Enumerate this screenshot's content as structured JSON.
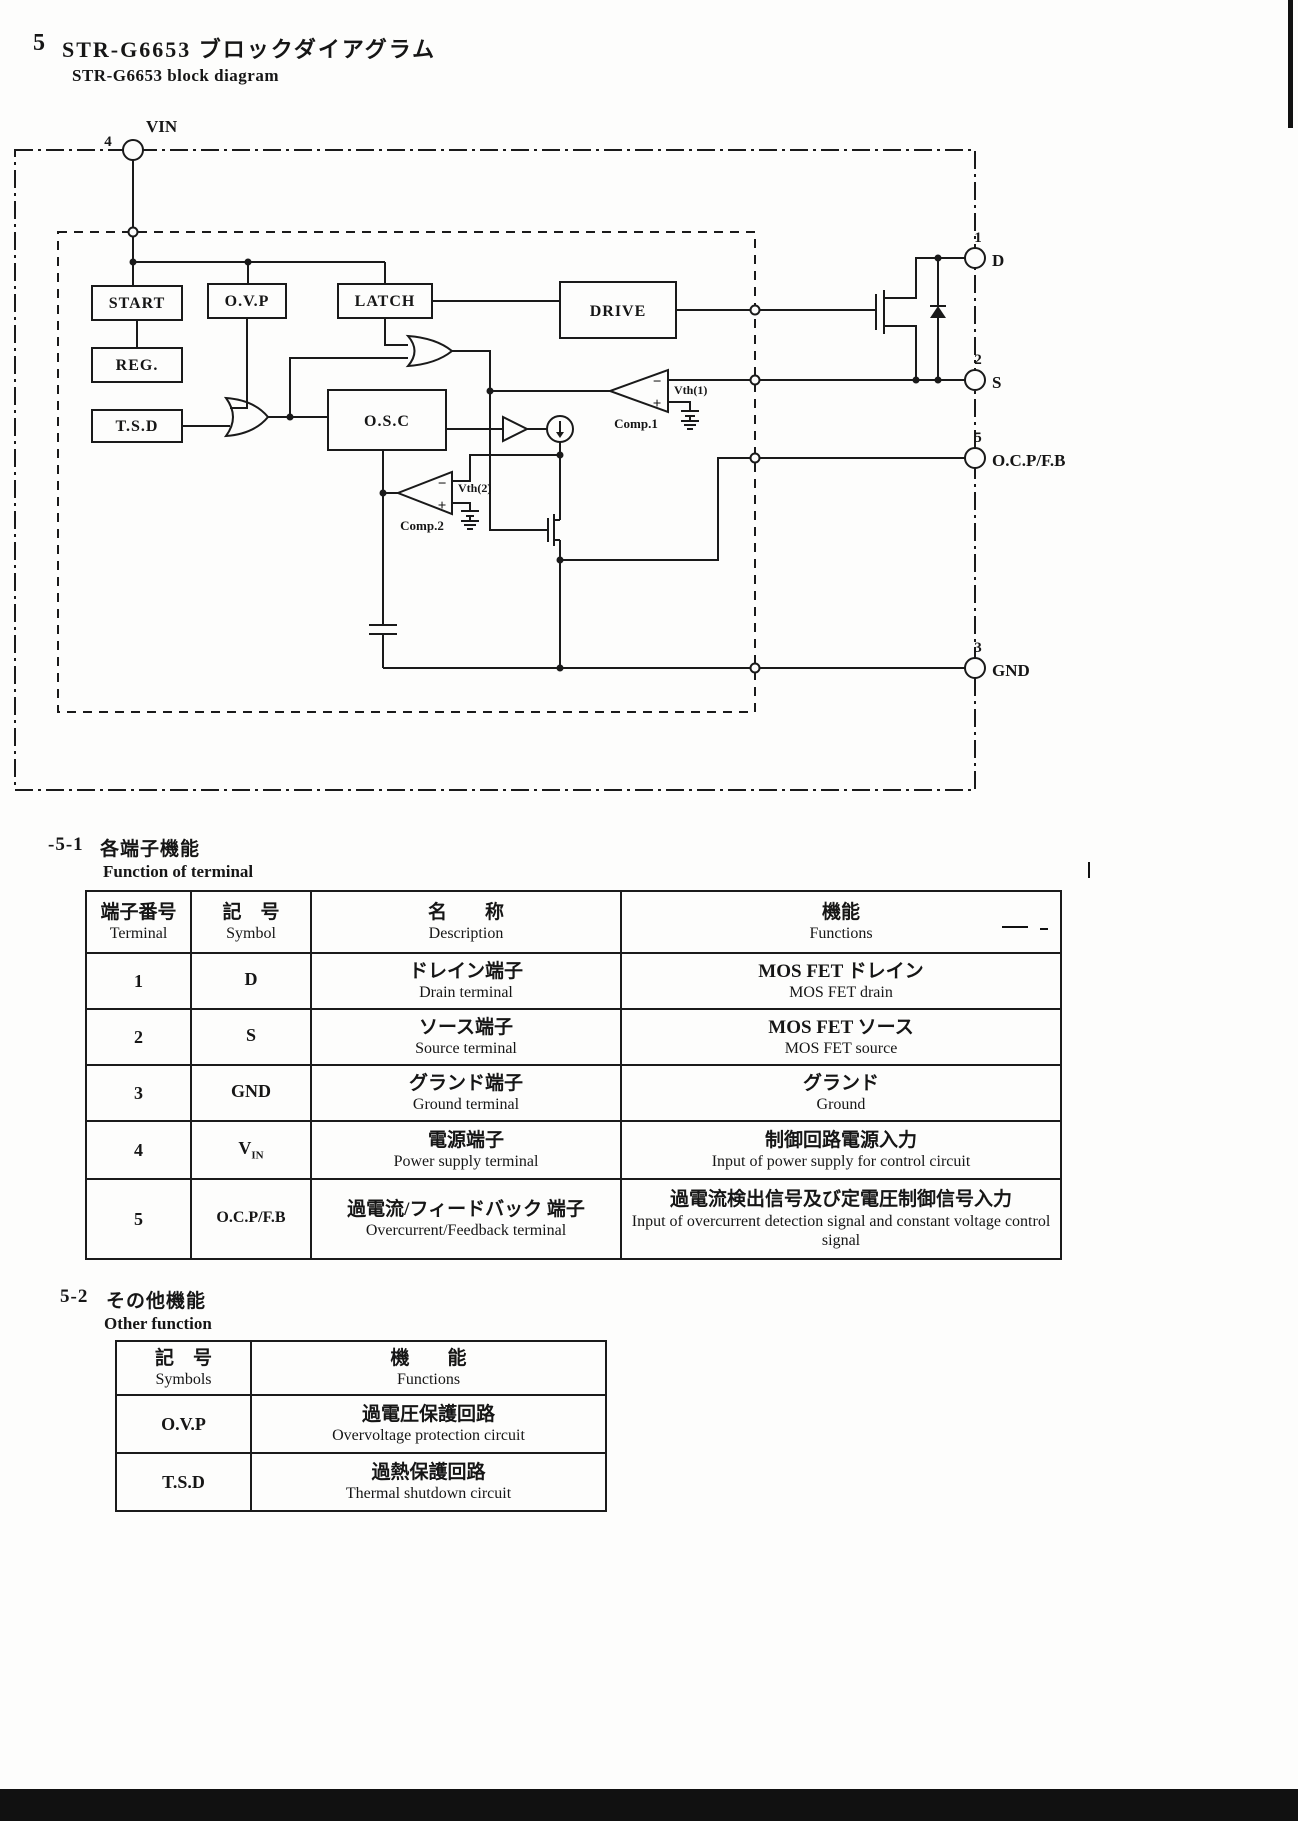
{
  "page": {
    "section_no": "5",
    "title_ja": "STR-G6653 ブロックダイアグラム",
    "title_en": "STR-G6653 block diagram"
  },
  "diagram": {
    "blocks": {
      "start": "START",
      "ovp": "O.V.P",
      "latch": "LATCH",
      "drive": "DRIVE",
      "reg": "REG.",
      "tsd": "T.S.D",
      "osc": "O.S.C"
    },
    "labels": {
      "comp1": "Comp.1",
      "comp2": "Comp.2",
      "vth1": "Vth(1)",
      "vth2": "Vth(2)",
      "minus": "−",
      "plus": "+"
    },
    "pins": {
      "vin": {
        "no": "4",
        "name": "VIN"
      },
      "d": {
        "no": "1",
        "name": "D"
      },
      "s": {
        "no": "2",
        "name": "S"
      },
      "ocpfb": {
        "no": "5",
        "name": "O.C.P/F.B"
      },
      "gnd": {
        "no": "3",
        "name": "GND"
      }
    }
  },
  "section51": {
    "no": "-5-1",
    "heading_ja": "各端子機能",
    "heading_en": "Function of terminal",
    "headers": {
      "terminal_ja": "端子番号",
      "terminal_en": "Terminal",
      "symbol_ja": "記　号",
      "symbol_en": "Symbol",
      "desc_ja": "名　　称",
      "desc_en": "Description",
      "func_ja": "機能",
      "func_en": "Functions"
    },
    "rows": [
      {
        "terminal": "1",
        "symbol_main": "D",
        "desc_ja": "ドレイン端子",
        "desc_en": "Drain terminal",
        "func_ja": "MOS FET ドレイン",
        "func_en": "MOS FET drain"
      },
      {
        "terminal": "2",
        "symbol_main": "S",
        "desc_ja": "ソース端子",
        "desc_en": "Source terminal",
        "func_ja": "MOS FET ソース",
        "func_en": "MOS FET source"
      },
      {
        "terminal": "3",
        "symbol_main": "GND",
        "desc_ja": "グランド端子",
        "desc_en": "Ground terminal",
        "func_ja": "グランド",
        "func_en": "Ground"
      },
      {
        "terminal": "4",
        "symbol_main": "V",
        "symbol_sub": "IN",
        "desc_ja": "電源端子",
        "desc_en": "Power supply terminal",
        "func_ja": "制御回路電源入力",
        "func_en": "Input of power supply for control circuit"
      },
      {
        "terminal": "5",
        "symbol_main": "O.C.P/F.B",
        "desc_ja": "過電流/フィードバック 端子",
        "desc_en": "Overcurrent/Feedback terminal",
        "func_ja": "過電流検出信号及び定電圧制御信号入力",
        "func_en": "Input of overcurrent detection signal and constant voltage control signal"
      }
    ]
  },
  "section52": {
    "no": "5-2",
    "heading_ja": "その他機能",
    "heading_en": "Other function",
    "headers": {
      "symbol_ja": "記　号",
      "symbol_en": "Symbols",
      "func_ja": "機　　能",
      "func_en": "Functions"
    },
    "rows": [
      {
        "symbol": "O.V.P",
        "func_ja": "過電圧保護回路",
        "func_en": "Overvoltage protection circuit"
      },
      {
        "symbol": "T.S.D",
        "func_ja": "過熱保護回路",
        "func_en": "Thermal shutdown circuit"
      }
    ]
  }
}
